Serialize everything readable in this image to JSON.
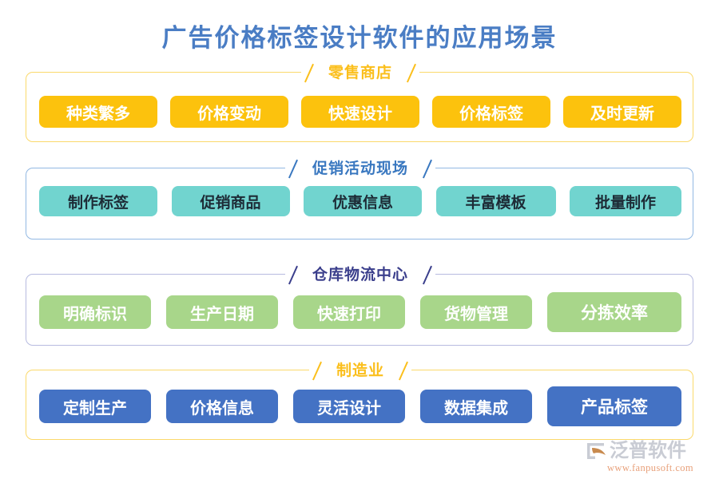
{
  "page": {
    "title": "广告价格标签设计软件的应用场景",
    "title_color": "#4a7dc4",
    "background": "#ffffff"
  },
  "sections": [
    {
      "title": "零售商店",
      "accent": "#fbbf1c",
      "chip_bg": "#fcc20d",
      "chip_text_color": "#ffffff",
      "chips": [
        "种类繁多",
        "价格变动",
        "快速设计",
        "价格标签",
        "及时更新"
      ]
    },
    {
      "title": "促销活动现场",
      "accent": "#3a78c0",
      "chip_bg": "#71d4cf",
      "chip_text_color": "#1d2b36",
      "chips": [
        "制作标签",
        "促销商品",
        "优惠信息",
        "丰富模板",
        "批量制作"
      ]
    },
    {
      "title": "仓库物流中心",
      "accent": "#3b3f8c",
      "chip_bg": "#a8d68a",
      "chip_text_color": "#ffffff",
      "chips": [
        "明确标识",
        "生产日期",
        "快速打印",
        "货物管理",
        "分拣效率"
      ]
    },
    {
      "title": "制造业",
      "accent": "#fbbf1c",
      "chip_bg": "#4472c4",
      "chip_text_color": "#ffffff",
      "chips": [
        "定制生产",
        "价格信息",
        "灵活设计",
        "数据集成",
        "产品标签"
      ]
    }
  ],
  "logo": {
    "name": "泛普软件",
    "url": "www.fanpusoft.com",
    "mark_color": "#c88a4e"
  }
}
